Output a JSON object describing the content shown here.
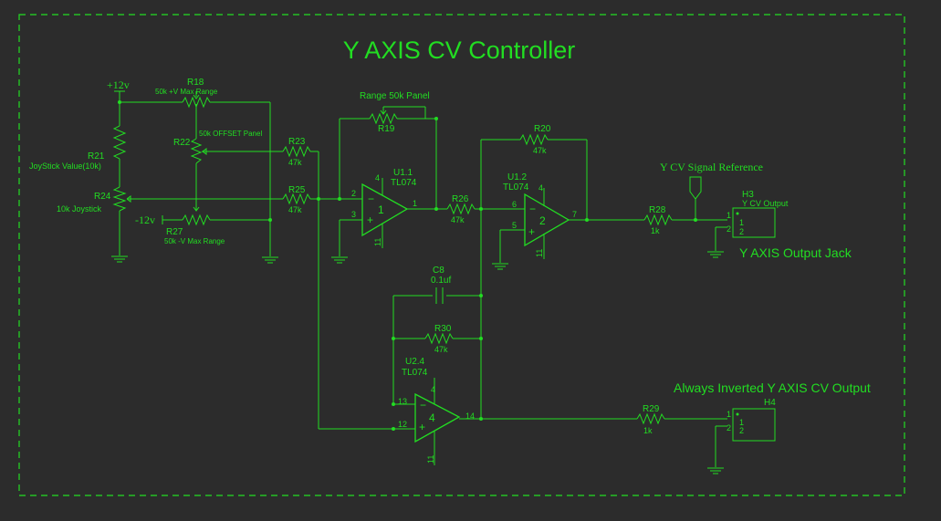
{
  "title": "Y AXIS CV Controller",
  "rails": {
    "pos": "+12v",
    "neg": "-12v"
  },
  "components": {
    "r18": {
      "ref": "R18",
      "desc": "50k +V Max Range"
    },
    "r21": {
      "ref": "R21",
      "desc": "JoyStick Value(10k)"
    },
    "r22": {
      "ref": "R22",
      "desc": "50k OFFSET Panel"
    },
    "r23": {
      "ref": "R23",
      "value": "47k"
    },
    "r24": {
      "ref": "R24",
      "desc": "10k Joystick"
    },
    "r25": {
      "ref": "R25",
      "value": "47k"
    },
    "r27": {
      "ref": "R27",
      "desc": "50k -V Max Range"
    },
    "r19": {
      "ref": "R19",
      "desc": "Range 50k Panel"
    },
    "r26": {
      "ref": "R26",
      "value": "47k"
    },
    "r20": {
      "ref": "R20",
      "value": "47k"
    },
    "r28": {
      "ref": "R28",
      "value": "1k"
    },
    "r29": {
      "ref": "R29",
      "value": "1k"
    },
    "r30": {
      "ref": "R30",
      "value": "47k"
    },
    "c8": {
      "ref": "C8",
      "value": "0.1uf"
    },
    "u11": {
      "ref": "U1.1",
      "part": "TL074",
      "unit": "1",
      "pin_inv": "2",
      "pin_noninv": "3",
      "pin_out": "1",
      "pin_vcc": "4",
      "pin_vee": "11"
    },
    "u12": {
      "ref": "U1.2",
      "part": "TL074",
      "unit": "2",
      "pin_inv": "6",
      "pin_noninv": "5",
      "pin_out": "7",
      "pin_vcc": "4",
      "pin_vee": "11"
    },
    "u24": {
      "ref": "U2.4",
      "part": "TL074",
      "unit": "4",
      "pin_inv": "13",
      "pin_noninv": "12",
      "pin_out": "14",
      "pin_vcc": "4",
      "pin_vee": "11"
    },
    "h3": {
      "ref": "H3",
      "desc": "Y CV Output",
      "pin1": "1",
      "pin2": "2"
    },
    "h4": {
      "ref": "H4",
      "pin1": "1",
      "pin2": "2"
    }
  },
  "labels": {
    "signal_ref": "Y CV Signal Reference",
    "output_jack": "Y AXIS Output Jack",
    "inverted_output": "Always Inverted Y AXIS CV Output"
  }
}
